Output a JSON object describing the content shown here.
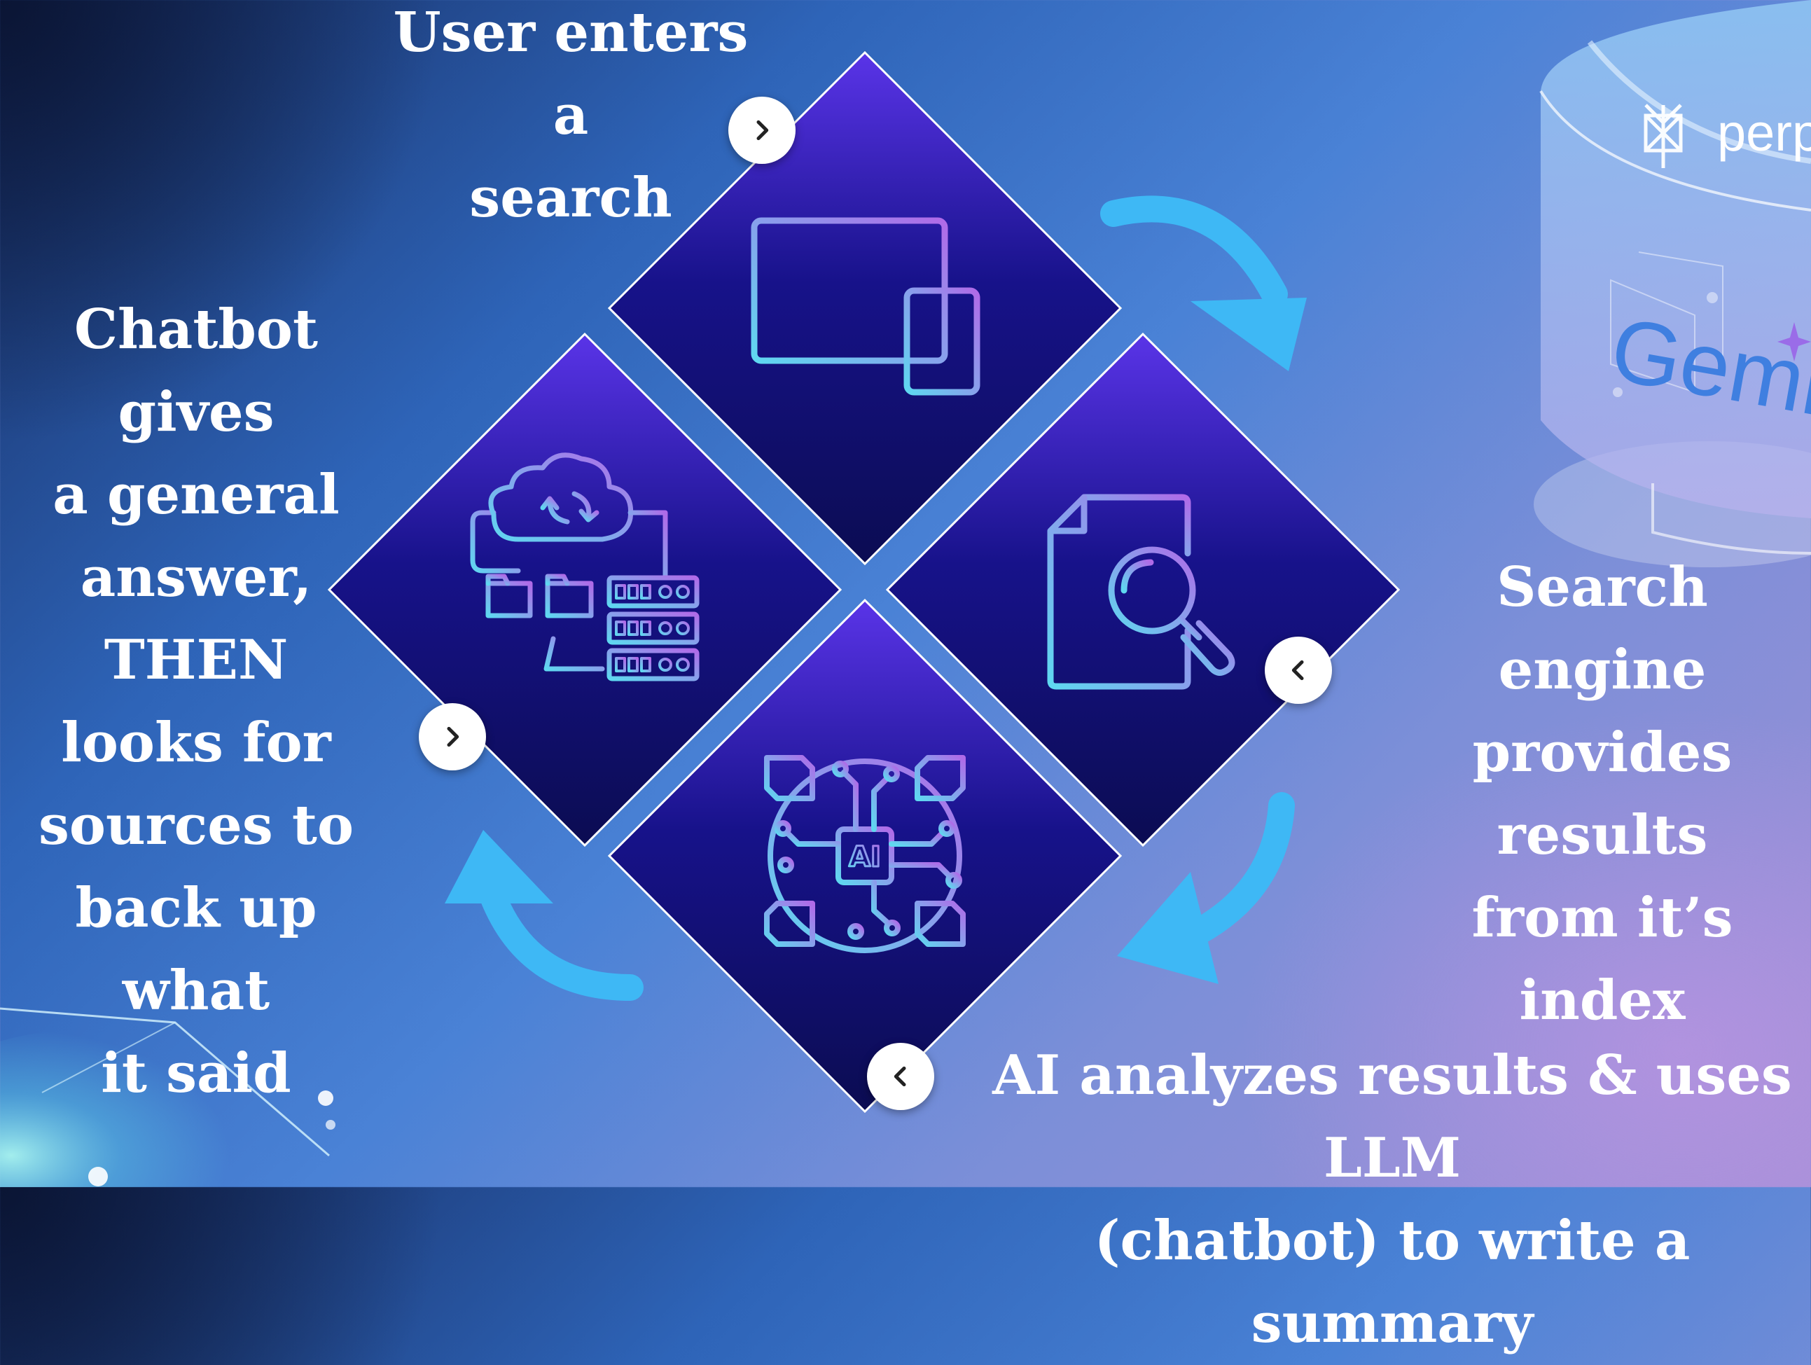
{
  "steps": {
    "search": "User enters a\nsearch",
    "engine": "Search engine\nprovides results\nfrom it’s index",
    "ai": "AI analyzes results & uses LLM\n(chatbot) to write a summary",
    "chatbot": "Chatbot gives\na general\nanswer, THEN\nlooks for\nsources to\nback up what\nit said"
  },
  "icons": {
    "top": "computer-devices-icon",
    "right": "document-search-icon",
    "bottom": "ai-chip-icon",
    "left": "cloud-server-icon"
  },
  "brand_cylinder": {
    "brand_top": "perp",
    "brand_bottom": "Gemi"
  },
  "colors": {
    "diamond_top": "#5a34e8",
    "diamond_bottom": "#0b0c52",
    "arrow": "#3eb8f5",
    "icon_gradient_start": "#5fd8f0",
    "icon_gradient_end": "#b06ae8"
  }
}
